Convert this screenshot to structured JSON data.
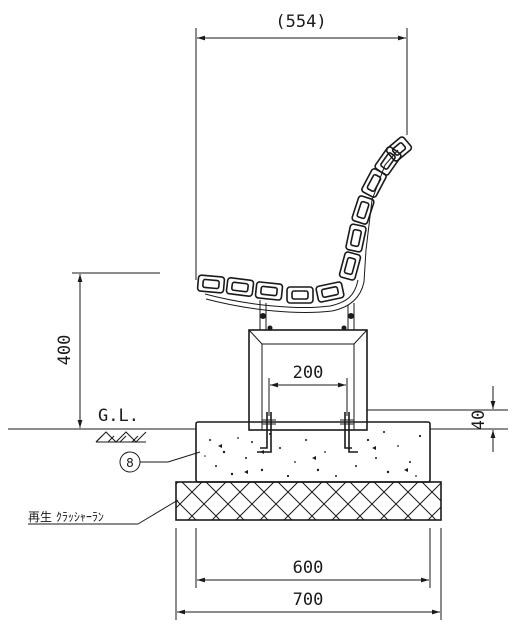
{
  "dimensions": {
    "overall_width": "(554)",
    "seat_height": "400",
    "post_spacing": "200",
    "embed_depth": "40",
    "footing_inner": "600",
    "footing_outer": "700"
  },
  "labels": {
    "ground_line": "G.L.",
    "part_number": "8",
    "base_material": "再生 ｸﾗｯｼｬｰﾗﾝ"
  },
  "colors": {
    "line": "#1a1a1a",
    "background": "#ffffff"
  }
}
